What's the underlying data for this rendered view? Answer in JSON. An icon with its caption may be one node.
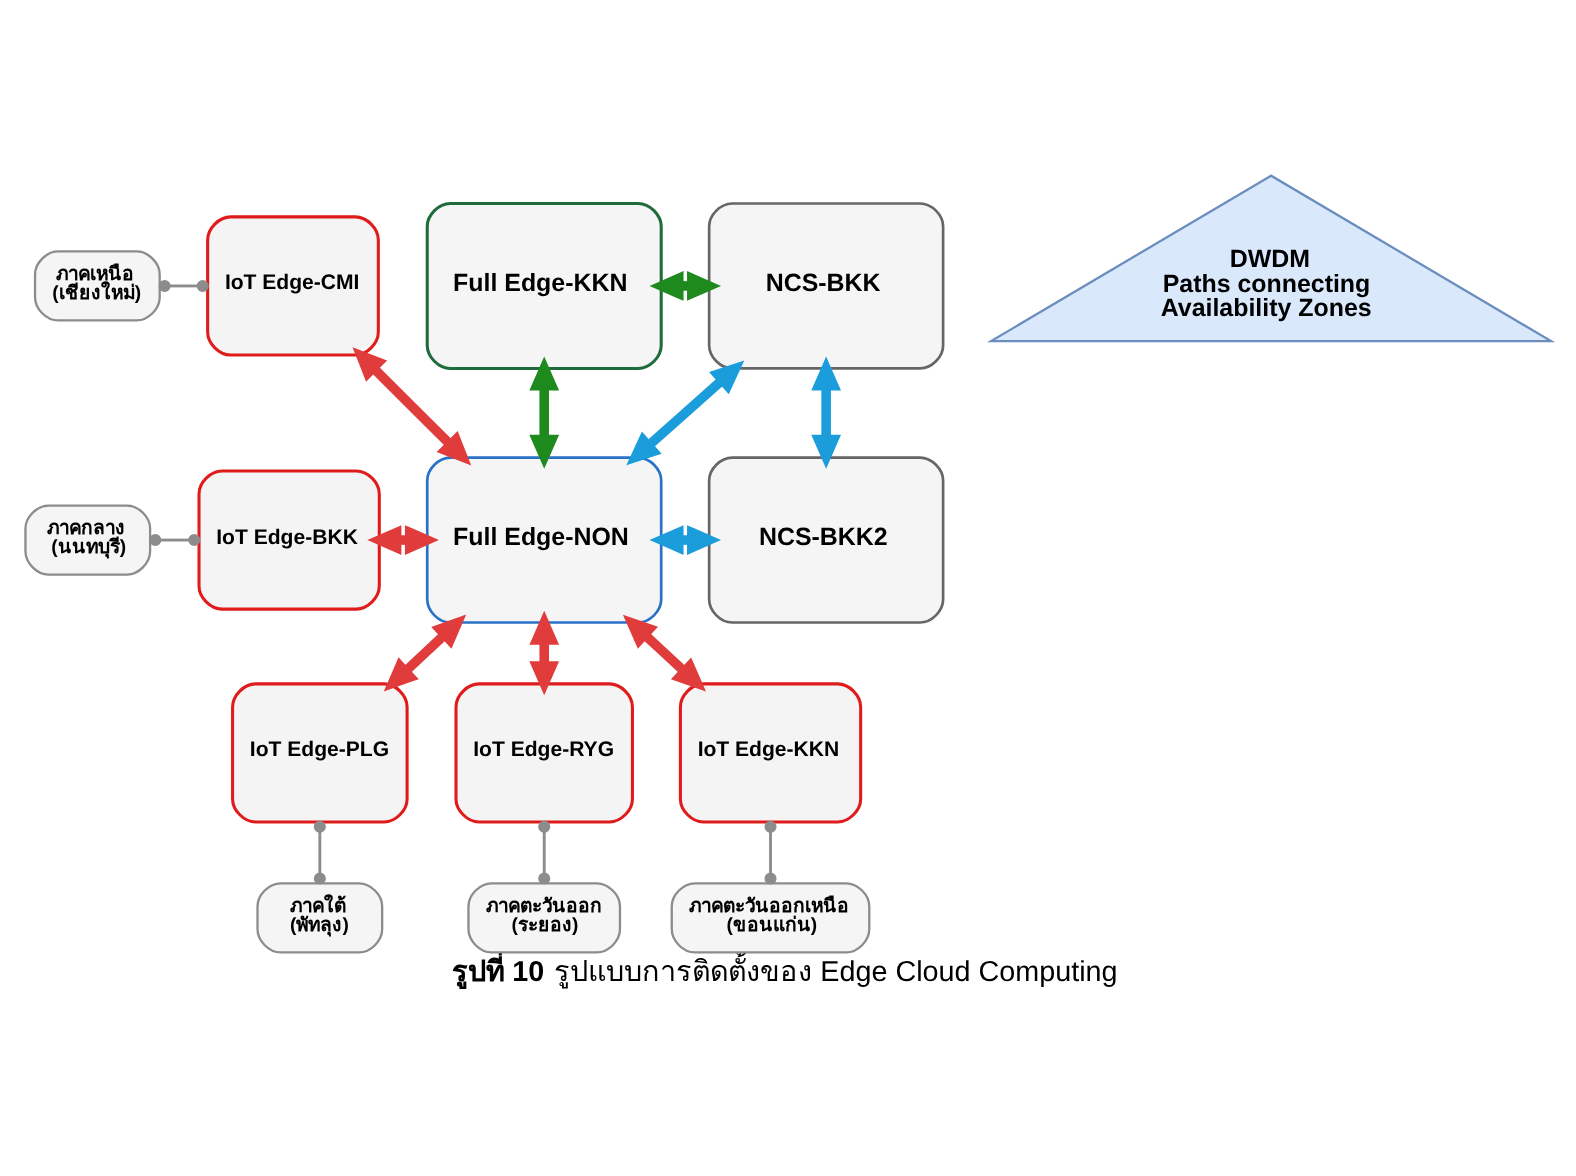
{
  "diagram": {
    "caption": "**รูปที่ 10** รูปแบบการติดตั้งของ Edge Cloud Computing",
    "nodes": [
      {
        "text": [
          "Full Edge-KKN"
        ]
      },
      {
        "text": [
          "NCS-BKK"
        ]
      },
      {
        "text": [
          "IoT Edge-CMI"
        ]
      },
      {
        "text": [
          "ภาคเหนือ (เชียงใหม่)"
        ]
      },
      {
        "text": [
          "DWDM",
          "Paths connecting Availability Zones"
        ]
      },
      {
        "text": [
          "Full Edge-NON"
        ]
      },
      {
        "text": [
          "NCS-BKK2"
        ]
      },
      {
        "text": [
          "IoT Edge-BKK"
        ]
      },
      {
        "text": [
          "ภาคกลาง (นนทบุรี)"
        ]
      },
      {
        "text": [
          "IoT Edge-PLG"
        ]
      },
      {
        "text": [
          "IoT Edge-RYG"
        ]
      },
      {
        "text": [
          "IoT Edge-KKN"
        ]
      },
      {
        "text": [
          "ภาคใต้ (พัทลุง)"
        ]
      },
      {
        "text": [
          "ภาคตะวันออกเหนือ (ขอนแก่น)"
        ]
      },
      {
        "text": [
          "ภาคตะวันออก (ระยอง)"
        ]
      }
    ],
    "edges": [
      {
        "from": 0,
        "to": 1,
        "arrow": "both",
        "color": "#1e8a1e"
      },
      {
        "from": 0,
        "to": 5,
        "arrow": "both",
        "color": "#1e8a1e"
      },
      {
        "from": 1,
        "to": 5,
        "arrow": "both",
        "color": "#1b9ddb"
      },
      {
        "from": 1,
        "to": 6,
        "arrow": "both",
        "color": "#1b9ddb"
      },
      {
        "from": 5,
        "to": 6,
        "arrow": "both",
        "color": "#1b9ddb"
      },
      {
        "from": 3,
        "to": 2,
        "arrow": "other",
        "color": "#8c8c8c"
      },
      {
        "from": 2,
        "to": 5,
        "arrow": "both",
        "color": "#e03c3c"
      },
      {
        "from": 8,
        "to": 7,
        "arrow": "other",
        "color": "#8c8c8c"
      },
      {
        "from": 7,
        "to": 5,
        "arrow": "both",
        "color": "#e03c3c"
      },
      {
        "from": 5,
        "to": 9,
        "arrow": "both",
        "color": "#e03c3c"
      },
      {
        "from": 5,
        "to": 10,
        "arrow": "both",
        "color": "#e03c3c"
      },
      {
        "from": 5,
        "to": 11,
        "arrow": "both",
        "color": "#e03c3c"
      },
      {
        "from": 9,
        "to": 12,
        "arrow": "other",
        "color": "#8c8c8c"
      },
      {
        "from": 10,
        "to": 14,
        "arrow": "other",
        "color": "#8c8c8c"
      },
      {
        "from": 11,
        "to": 13,
        "arrow": "other",
        "color": "#8c8c8c"
      }
    ]
  }
}
